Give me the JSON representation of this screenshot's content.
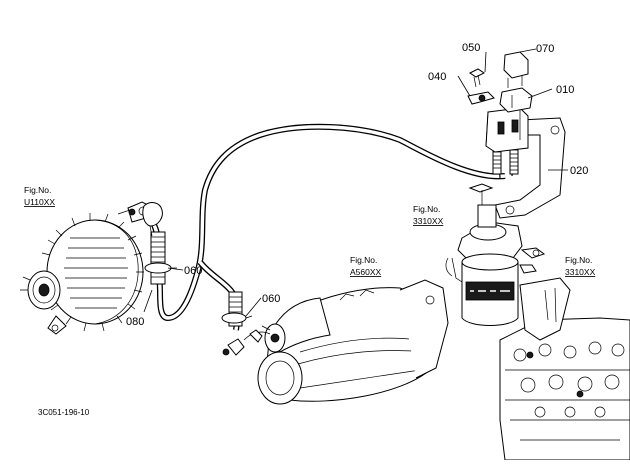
{
  "labels": {
    "p050": "050",
    "p070": "070",
    "p040": "040",
    "p010": "010",
    "p020": "020",
    "p060a": "060",
    "p060b": "060",
    "p080": "080"
  },
  "refs": {
    "alternator": {
      "line1": "Fig.No.",
      "line2": "U110XX"
    },
    "starter": {
      "line1": "Fig.No.",
      "line2": "A560XX"
    },
    "filter": {
      "line1": "Fig.No.",
      "line2": "3310XX"
    },
    "engine": {
      "line1": "Fig.No.",
      "line2": "3310XX"
    }
  },
  "footer": {
    "code": "3C051-196-10"
  }
}
